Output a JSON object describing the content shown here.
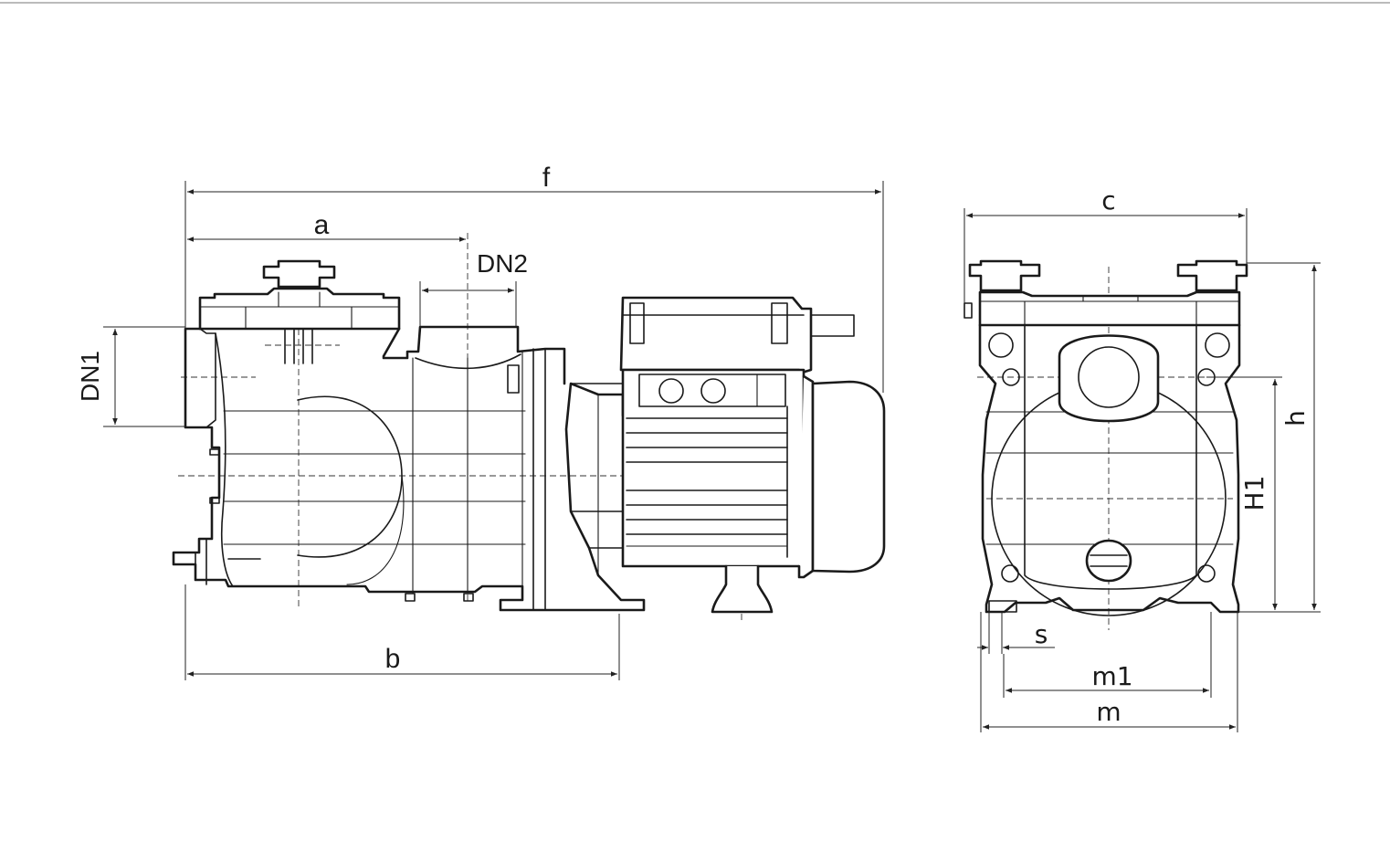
{
  "labels": {
    "f": "f",
    "a": "a",
    "dn2": "DN2",
    "dn1": "DN1",
    "b": "b",
    "c": "c",
    "h": "h",
    "h1": "H1",
    "s": "s",
    "m1": "m1",
    "m": "m"
  }
}
